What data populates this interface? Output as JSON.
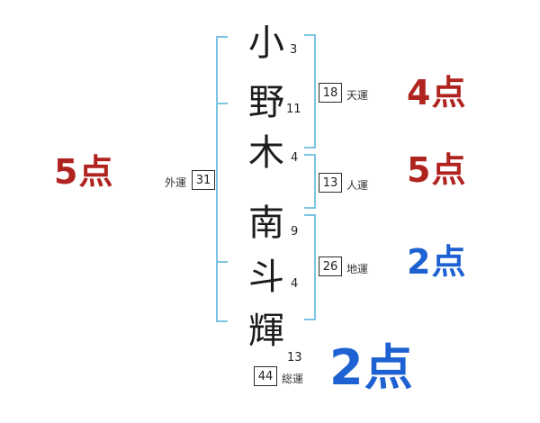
{
  "name_chars": [
    {
      "char": "小",
      "strokes": "3"
    },
    {
      "char": "野",
      "strokes": "11"
    },
    {
      "char": "木",
      "strokes": "4"
    },
    {
      "char": "南",
      "strokes": "9"
    },
    {
      "char": "斗",
      "strokes": "4"
    },
    {
      "char": "輝",
      "strokes": "13"
    }
  ],
  "fortunes": {
    "ten": {
      "label": "天運",
      "value": "18",
      "score": "4点"
    },
    "jin": {
      "label": "人運",
      "value": "13",
      "score": "5点"
    },
    "chi": {
      "label": "地運",
      "value": "26",
      "score": "2点"
    },
    "gai": {
      "label": "外運",
      "value": "31",
      "score": "5点"
    },
    "sou": {
      "label": "総運",
      "value": "44",
      "score": "2点"
    }
  },
  "colors": {
    "bracket_blue": "#7cc5e2",
    "score_red": "#b02420",
    "score_blue": "#1d61d2"
  }
}
